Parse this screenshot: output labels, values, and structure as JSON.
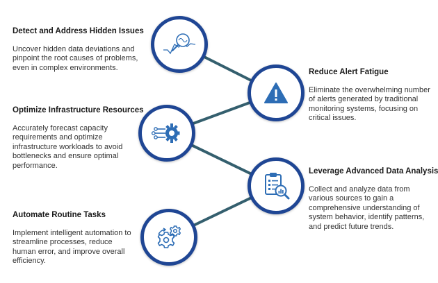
{
  "items": [
    {
      "title": "Detect and Address Hidden Issues",
      "desc": "Uncover hidden data deviations and pinpoint the root causes of problems, even in complex environments.",
      "icon": "magnifier-trend-icon"
    },
    {
      "title": "Reduce Alert Fatigue",
      "desc": "Eliminate the overwhelming number of alerts generated by traditional monitoring systems, focusing on critical issues.",
      "icon": "warning-triangle-icon"
    },
    {
      "title": "Optimize Infrastructure Resources",
      "desc": "Accurately forecast capacity requirements and optimize infrastructure workloads to avoid bottlenecks and ensure optimal performance.",
      "icon": "circuit-gear-icon"
    },
    {
      "title": "Leverage Advanced Data Analysis",
      "desc": "Collect and analyze data from various sources to gain a comprehensive understanding of system behavior, identify patterns, and predict future trends.",
      "icon": "clipboard-analysis-icon"
    },
    {
      "title": "Automate Routine Tasks",
      "desc": "Implement intelligent automation to streamline processes, reduce human error, and improve overall efficiency.",
      "icon": "automation-gear-icon"
    }
  ],
  "colors": {
    "circle_border": "#1f4694",
    "connector": "#345f6e",
    "icon_blue": "#2d6db5",
    "title": "#1a1a1a",
    "text": "#333333"
  }
}
